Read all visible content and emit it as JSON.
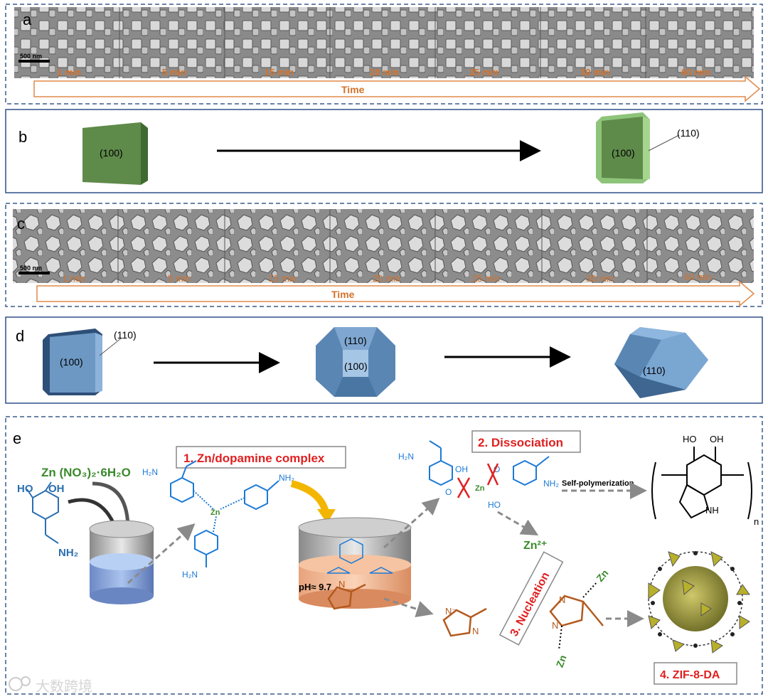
{
  "panel_a": {
    "letter": "a",
    "scale_bar": "500 nm",
    "times": [
      "1 min",
      "5 min",
      "15 min",
      "20 min",
      "25 min",
      "30 min",
      "60 min"
    ],
    "arrow_label": "Time"
  },
  "panel_b": {
    "letter": "b",
    "start_face": "(100)",
    "end_face": "(100)",
    "end_edge": "(110)"
  },
  "panel_c": {
    "letter": "c",
    "scale_bar": "500 nm",
    "times": [
      "1 min",
      "5 min",
      "15 min",
      "20 min",
      "25 min",
      "30 min",
      "60 min"
    ],
    "arrow_label": "Time"
  },
  "panel_d": {
    "letter": "d",
    "cube_face": "(100)",
    "cube_edge": "(110)",
    "mid_top": "(110)",
    "mid_center": "(100)",
    "final_face": "(110)"
  },
  "panel_e": {
    "letter": "e",
    "zinc_salt": "Zn (NO₃)₂·6H₂O",
    "step1": "1. Zn/dopamine complex",
    "step2": "2. Dissociation",
    "step3": "3. Nucleation",
    "step4": "4. ZIF-8-DA",
    "ph": "pH≈ 9.7",
    "self_poly": "Self-polymerization",
    "zn_ion": "Zn²⁺",
    "zn": "Zn",
    "ho": "HO",
    "oh": "OH",
    "nh2": "NH₂",
    "h2n": "H₂N",
    "nh": "NH",
    "n_sub": "n",
    "o": "O",
    "n_minus": "N⁻",
    "n": "N"
  },
  "watermark": "大数跨境",
  "colors": {
    "dashed_border": "#3a5a8c",
    "solid_border": "#2f4f88",
    "green_cube": "#5e8a4a",
    "blue_cube": "#6d98c4",
    "orange_label": "#d4722a",
    "red_label": "#e02020",
    "blue_molecule": "#1c7ad6",
    "brown_molecule": "#b35a1f",
    "zn_green": "#3b8a2c"
  }
}
